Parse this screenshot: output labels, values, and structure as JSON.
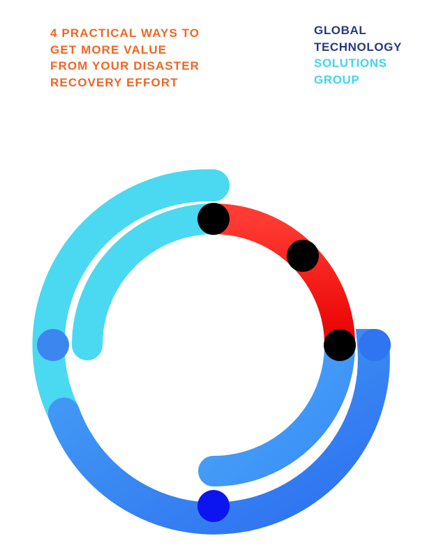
{
  "document": {
    "headline_lines": [
      "4 PRACTICAL WAYS TO",
      "GET MORE VALUE",
      "FROM YOUR DISASTER",
      "RECOVERY EFFORT"
    ]
  },
  "brand": {
    "lines": [
      "GLOBAL",
      "TECHNOLOGY",
      "SOLUTIONS",
      "GROUP"
    ],
    "colors": {
      "dark": "#263a7a",
      "light": "#3ed6ef"
    }
  },
  "colors": {
    "headline": "#f26522",
    "cyan_arc": "#4ad9f1",
    "red_arc": "#f02a24",
    "blue_arc": "#3a8cf7",
    "deep_blue_dot": "#0c14f0",
    "mid_blue_dot": "#3c86f0",
    "black_dot": "#000000"
  },
  "graphic": {
    "description_icon": "circular-cycle-graphic"
  }
}
